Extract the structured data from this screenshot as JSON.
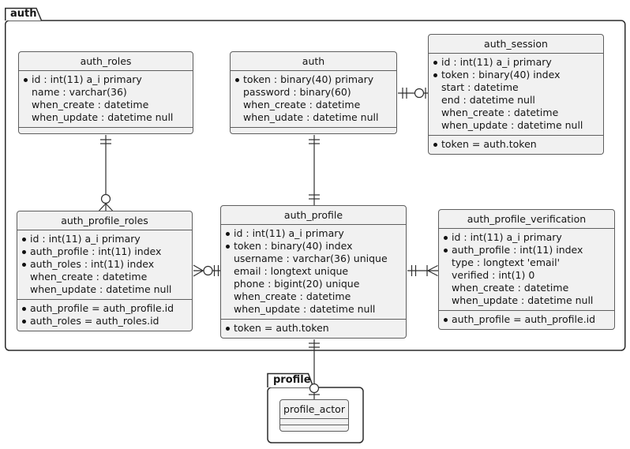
{
  "packages": [
    {
      "label": "auth"
    },
    {
      "label": "profile"
    }
  ],
  "entities": {
    "auth_roles": {
      "title": "auth_roles",
      "rows": [
        {
          "bullet": true,
          "text": "id : int(11) a_i primary"
        },
        {
          "bullet": false,
          "text": "name : varchar(36)"
        },
        {
          "bullet": false,
          "text": "when_create : datetime"
        },
        {
          "bullet": false,
          "text": "when_update : datetime null"
        }
      ],
      "constraints": []
    },
    "auth": {
      "title": "auth",
      "rows": [
        {
          "bullet": true,
          "text": "token : binary(40) primary"
        },
        {
          "bullet": false,
          "text": "password : binary(60)"
        },
        {
          "bullet": false,
          "text": "when_create : datetime"
        },
        {
          "bullet": false,
          "text": "when_udate : datetime null"
        }
      ],
      "constraints": []
    },
    "auth_session": {
      "title": "auth_session",
      "rows": [
        {
          "bullet": true,
          "text": "id : int(11) a_i primary"
        },
        {
          "bullet": true,
          "text": "token : binary(40) index"
        },
        {
          "bullet": false,
          "text": "start : datetime"
        },
        {
          "bullet": false,
          "text": "end : datetime null"
        },
        {
          "bullet": false,
          "text": "when_create : datetime"
        },
        {
          "bullet": false,
          "text": "when_update : datetime null"
        }
      ],
      "constraints": [
        {
          "bullet": true,
          "text": "token = auth.token"
        }
      ]
    },
    "auth_profile_roles": {
      "title": "auth_profile_roles",
      "rows": [
        {
          "bullet": true,
          "text": "id : int(11) a_i primary"
        },
        {
          "bullet": true,
          "text": "auth_profile : int(11) index"
        },
        {
          "bullet": true,
          "text": "auth_roles : int(11) index"
        },
        {
          "bullet": false,
          "text": "when_create : datetime"
        },
        {
          "bullet": false,
          "text": "when_update : datetime null"
        }
      ],
      "constraints": [
        {
          "bullet": true,
          "text": "auth_profile = auth_profile.id"
        },
        {
          "bullet": true,
          "text": "auth_roles = auth_roles.id"
        }
      ]
    },
    "auth_profile": {
      "title": "auth_profile",
      "rows": [
        {
          "bullet": true,
          "text": "id : int(11) a_i primary"
        },
        {
          "bullet": true,
          "text": "token : binary(40) index"
        },
        {
          "bullet": false,
          "text": "username : varchar(36) unique"
        },
        {
          "bullet": false,
          "text": "email : longtext unique"
        },
        {
          "bullet": false,
          "text": "phone : bigint(20) unique"
        },
        {
          "bullet": false,
          "text": "when_create : datetime"
        },
        {
          "bullet": false,
          "text": "when_update : datetime null"
        }
      ],
      "constraints": [
        {
          "bullet": true,
          "text": "token = auth.token"
        }
      ]
    },
    "auth_profile_verification": {
      "title": "auth_profile_verification",
      "rows": [
        {
          "bullet": true,
          "text": "id : int(11) a_i primary"
        },
        {
          "bullet": true,
          "text": "auth_profile : int(11) index"
        },
        {
          "bullet": false,
          "text": "type : longtext 'email'"
        },
        {
          "bullet": false,
          "text": "verified : int(1) 0"
        },
        {
          "bullet": false,
          "text": "when_create : datetime"
        },
        {
          "bullet": false,
          "text": "when_update : datetime null"
        }
      ],
      "constraints": [
        {
          "bullet": true,
          "text": "auth_profile = auth_profile.id"
        }
      ]
    },
    "profile_actor": {
      "title": "profile_actor",
      "rows": [],
      "constraints": []
    }
  },
  "relationships": [
    {
      "from": "auth_roles",
      "to": "auth_profile_roles",
      "from_cardinality": "exactly-one",
      "to_cardinality": "zero-or-many"
    },
    {
      "from": "auth",
      "to": "auth_session",
      "from_cardinality": "exactly-one",
      "to_cardinality": "zero-or-one"
    },
    {
      "from": "auth",
      "to": "auth_profile",
      "from_cardinality": "exactly-one",
      "to_cardinality": "exactly-one"
    },
    {
      "from": "auth_profile_roles",
      "to": "auth_profile",
      "from_cardinality": "zero-or-many",
      "to_cardinality": "exactly-one"
    },
    {
      "from": "auth_profile",
      "to": "auth_profile_verification",
      "from_cardinality": "exactly-one",
      "to_cardinality": "one-or-many"
    },
    {
      "from": "auth_profile",
      "to": "profile_actor",
      "from_cardinality": "exactly-one",
      "to_cardinality": "zero-or-one"
    }
  ],
  "colors": {
    "background": "#ffffff",
    "entity_fill": "#f1f1f1",
    "entity_border": "#5e5e5e",
    "package_border": "#2b2b2b",
    "connector": "#2f2f2f",
    "text": "#151515"
  }
}
